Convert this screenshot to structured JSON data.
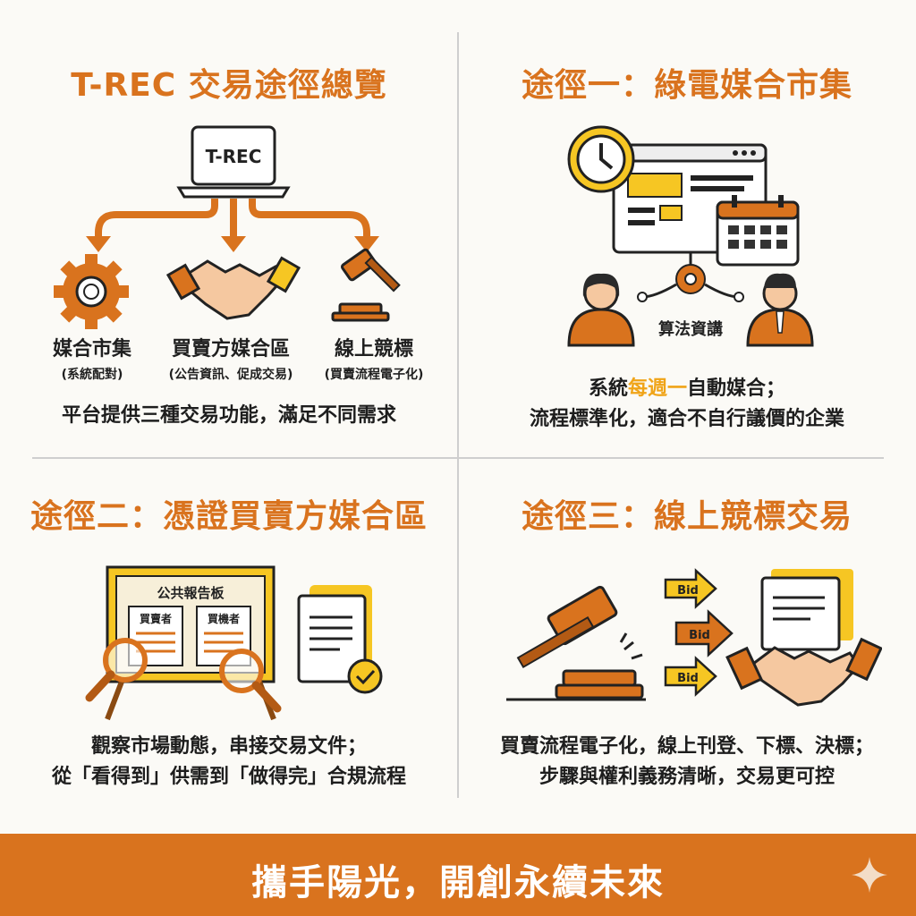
{
  "overview": {
    "title": "T-REC 交易途徑總覽",
    "platform_label": "T-REC",
    "items": [
      {
        "label": "媒合市集",
        "sub": "(系統配對)"
      },
      {
        "label": "買賣方媒合區",
        "sub": "(公告資訊、促成交易)"
      },
      {
        "label": "線上競標",
        "sub": "(買賣流程電子化)"
      }
    ],
    "caption": "平台提供三種交易功能，滿足不同需求"
  },
  "path1": {
    "title": "途徑一：綠電媒合市集",
    "algo_label": "算法資講",
    "caption_pre": "系統",
    "caption_highlight": "每週一",
    "caption_post": "自動媒合；",
    "caption_line2": "流程標準化，適合不自行議價的企業"
  },
  "path2": {
    "title": "途徑二：憑證買賣方媒合區",
    "board_label": "公共報告板",
    "seller_label": "買賣者",
    "buyer_label": "買機者",
    "caption_line1": "觀察市場動態，串接交易文件；",
    "caption_line2": "從「看得到」供需到「做得完」合規流程"
  },
  "path3": {
    "title": "途徑三：線上競標交易",
    "bids": [
      "Bid",
      "Bid",
      "Bid"
    ],
    "caption_line1": "買賣流程電子化，線上刊登、下標、決標；",
    "caption_line2": "步驟與權利義務清晰，交易更可控"
  },
  "footer": {
    "text": "攜手陽光，開創永續未來"
  },
  "colors": {
    "accent": "#d9731e",
    "highlight": "#f0a418",
    "yellow": "#f6c623"
  }
}
